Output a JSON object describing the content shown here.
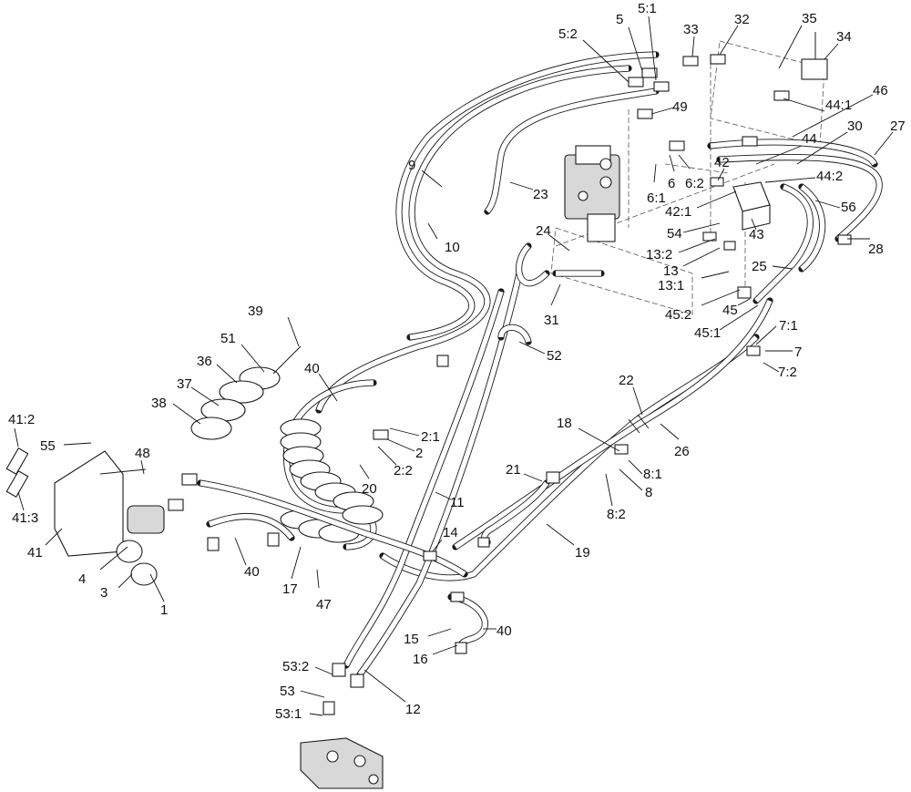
{
  "callouts": [
    {
      "label": "5:2"
    },
    {
      "label": "5"
    },
    {
      "label": "5:1"
    },
    {
      "label": "33"
    },
    {
      "label": "32"
    },
    {
      "label": "35"
    },
    {
      "label": "34"
    },
    {
      "label": "49"
    },
    {
      "label": "46"
    },
    {
      "label": "44:1"
    },
    {
      "label": "30"
    },
    {
      "label": "27"
    },
    {
      "label": "44"
    },
    {
      "label": "9"
    },
    {
      "label": "42"
    },
    {
      "label": "44:2"
    },
    {
      "label": "6"
    },
    {
      "label": "6:2"
    },
    {
      "label": "6:1"
    },
    {
      "label": "23"
    },
    {
      "label": "42:1"
    },
    {
      "label": "56"
    },
    {
      "label": "54"
    },
    {
      "label": "43"
    },
    {
      "label": "10"
    },
    {
      "label": "24"
    },
    {
      "label": "13:2"
    },
    {
      "label": "28"
    },
    {
      "label": "13"
    },
    {
      "label": "25"
    },
    {
      "label": "13:1"
    },
    {
      "label": "31"
    },
    {
      "label": "45:2"
    },
    {
      "label": "45"
    },
    {
      "label": "39"
    },
    {
      "label": "45:1"
    },
    {
      "label": "7:1"
    },
    {
      "label": "51"
    },
    {
      "label": "52"
    },
    {
      "label": "7"
    },
    {
      "label": "36"
    },
    {
      "label": "40"
    },
    {
      "label": "7:2"
    },
    {
      "label": "37"
    },
    {
      "label": "22"
    },
    {
      "label": "38"
    },
    {
      "label": "2:1"
    },
    {
      "label": "26"
    },
    {
      "label": "18"
    },
    {
      "label": "41:2"
    },
    {
      "label": "2"
    },
    {
      "label": "55"
    },
    {
      "label": "48"
    },
    {
      "label": "2:2"
    },
    {
      "label": "8:1"
    },
    {
      "label": "21"
    },
    {
      "label": "8"
    },
    {
      "label": "20"
    },
    {
      "label": "8:2"
    },
    {
      "label": "11"
    },
    {
      "label": "41:3"
    },
    {
      "label": "19"
    },
    {
      "label": "41"
    },
    {
      "label": "14"
    },
    {
      "label": "4"
    },
    {
      "label": "40"
    },
    {
      "label": "3"
    },
    {
      "label": "17"
    },
    {
      "label": "1"
    },
    {
      "label": "47"
    },
    {
      "label": "40"
    },
    {
      "label": "15"
    },
    {
      "label": "16"
    },
    {
      "label": "53:2"
    },
    {
      "label": "12"
    },
    {
      "label": "53"
    },
    {
      "label": "53:1"
    }
  ]
}
